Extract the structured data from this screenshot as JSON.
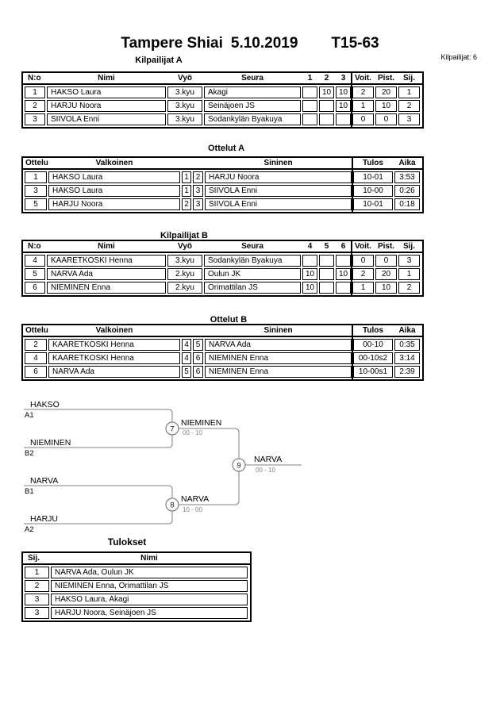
{
  "header": {
    "event": "Tampere Shiai",
    "date": "5.10.2019",
    "category": "T15-63",
    "competitors_label": "Kilpailijat: 6"
  },
  "pool_a": {
    "title": "Kilpailijat A",
    "headers": {
      "no": "N:o",
      "name": "Nimi",
      "belt": "Vyö",
      "club": "Seura",
      "m1": "1",
      "m2": "2",
      "m3": "3",
      "wins": "Voit.",
      "points": "Pist.",
      "place": "Sij."
    },
    "rows": [
      {
        "no": "1",
        "name": "HAKSO Laura",
        "belt": "3.kyu",
        "club": "Akagi",
        "m1": "",
        "m2": "10",
        "m3": "10",
        "wins": "2",
        "points": "20",
        "place": "1"
      },
      {
        "no": "2",
        "name": "HARJU Noora",
        "belt": "3.kyu",
        "club": "Seinäjoen JS",
        "m1": "",
        "m2": "",
        "m3": "10",
        "wins": "1",
        "points": "10",
        "place": "2"
      },
      {
        "no": "3",
        "name": "SIIVOLA Enni",
        "belt": "3.kyu",
        "club": "Sodankylän Byakuya",
        "m1": "",
        "m2": "",
        "m3": "",
        "wins": "0",
        "points": "0",
        "place": "3"
      }
    ]
  },
  "matches_a": {
    "title": "Ottelut A",
    "headers": {
      "match": "Ottelu",
      "white": "Valkoinen",
      "blue": "Sininen",
      "result": "Tulos",
      "time": "Aika"
    },
    "rows": [
      {
        "match": "1",
        "white": "HAKSO Laura",
        "wno": "1",
        "bno": "2",
        "blue": "HARJU Noora",
        "result": "10-01",
        "time": "3:53"
      },
      {
        "match": "3",
        "white": "HAKSO Laura",
        "wno": "1",
        "bno": "3",
        "blue": "SIIVOLA Enni",
        "result": "10-00",
        "time": "0:26"
      },
      {
        "match": "5",
        "white": "HARJU Noora",
        "wno": "2",
        "bno": "3",
        "blue": "SIIVOLA Enni",
        "result": "10-01",
        "time": "0:18"
      }
    ]
  },
  "pool_b": {
    "title": "Kilpailijat B",
    "headers": {
      "no": "N:o",
      "name": "Nimi",
      "belt": "Vyö",
      "club": "Seura",
      "m1": "4",
      "m2": "5",
      "m3": "6",
      "wins": "Voit.",
      "points": "Pist.",
      "place": "Sij."
    },
    "rows": [
      {
        "no": "4",
        "name": "KAARETKOSKI Henna",
        "belt": "3.kyu",
        "club": "Sodankylän Byakuya",
        "m1": "",
        "m2": "",
        "m3": "",
        "wins": "0",
        "points": "0",
        "place": "3"
      },
      {
        "no": "5",
        "name": "NARVA Ada",
        "belt": "2.kyu",
        "club": "Oulun JK",
        "m1": "10",
        "m2": "",
        "m3": "10",
        "wins": "2",
        "points": "20",
        "place": "1"
      },
      {
        "no": "6",
        "name": "NIEMINEN Enna",
        "belt": "2.kyu",
        "club": "Orimattilan JS",
        "m1": "10",
        "m2": "",
        "m3": "",
        "wins": "1",
        "points": "10",
        "place": "2"
      }
    ]
  },
  "matches_b": {
    "title": "Ottelut B",
    "headers": {
      "match": "Ottelu",
      "white": "Valkoinen",
      "blue": "Sininen",
      "result": "Tulos",
      "time": "Aika"
    },
    "rows": [
      {
        "match": "2",
        "white": "KAARETKOSKI Henna",
        "wno": "4",
        "bno": "5",
        "blue": "NARVA Ada",
        "result": "00-10",
        "time": "0:35"
      },
      {
        "match": "4",
        "white": "KAARETKOSKI Henna",
        "wno": "4",
        "bno": "6",
        "blue": "NIEMINEN Enna",
        "result": "00-10s2",
        "time": "3:14"
      },
      {
        "match": "6",
        "white": "NARVA Ada",
        "wno": "5",
        "bno": "6",
        "blue": "NIEMINEN Enna",
        "result": "10-00s1",
        "time": "2:39"
      }
    ]
  },
  "bracket": {
    "slots": [
      {
        "name": "HAKSO",
        "seed": "A1"
      },
      {
        "name": "NIEMINEN",
        "seed": "B2"
      },
      {
        "name": "NARVA",
        "seed": "B1"
      },
      {
        "name": "HARJU",
        "seed": "A2"
      }
    ],
    "semifinal_1": {
      "number": "7",
      "winner": "NIEMINEN",
      "score": "00 - 10"
    },
    "semifinal_2": {
      "number": "8",
      "winner": "NARVA",
      "score": "10 - 00"
    },
    "final": {
      "number": "9",
      "winner": "NARVA",
      "score": "00 - 10"
    }
  },
  "results": {
    "title": "Tulokset",
    "headers": {
      "place": "Sij.",
      "name": "Nimi"
    },
    "rows": [
      {
        "place": "1",
        "name": "NARVA Ada, Oulun JK"
      },
      {
        "place": "2",
        "name": "NIEMINEN Enna, Orimattilan JS"
      },
      {
        "place": "3",
        "name": "HAKSO Laura, Akagi"
      },
      {
        "place": "3",
        "name": "HARJU Noora, Seinäjoen JS"
      }
    ]
  },
  "colors": {
    "border": "#000000",
    "bracket_line": "#808080",
    "score_text": "#858585"
  }
}
